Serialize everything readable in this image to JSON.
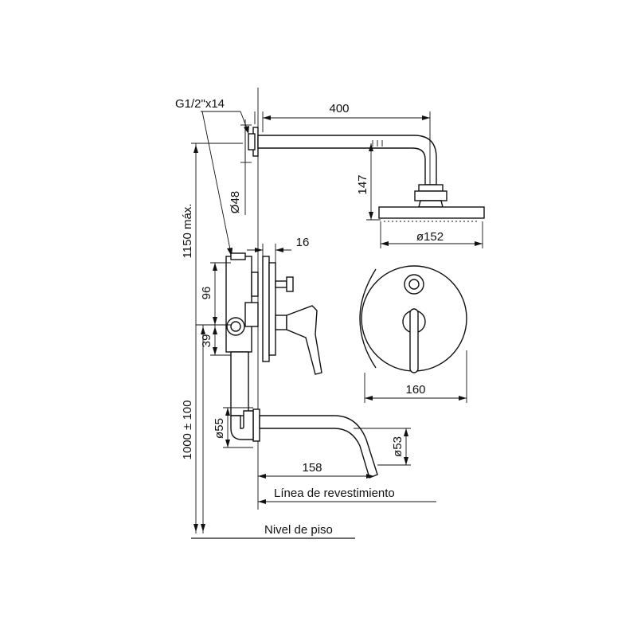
{
  "labels": {
    "thread": "G1/2\"x14",
    "arm_length": "400",
    "arm_drop": "147",
    "flange_diameter": "Ø48",
    "max_height": "1150 máx.",
    "head_diameter": "ø152",
    "plate_depth": "16",
    "body_upper": "96",
    "body_lower": "39",
    "spout_height": "1000 ± 100",
    "spout_inlet": "ø55",
    "spout_outlet": "ø53",
    "spout_length": "158",
    "plate_diameter": "160",
    "finish_line": "Línea de revestimiento",
    "floor_level": "Nivel de piso"
  }
}
